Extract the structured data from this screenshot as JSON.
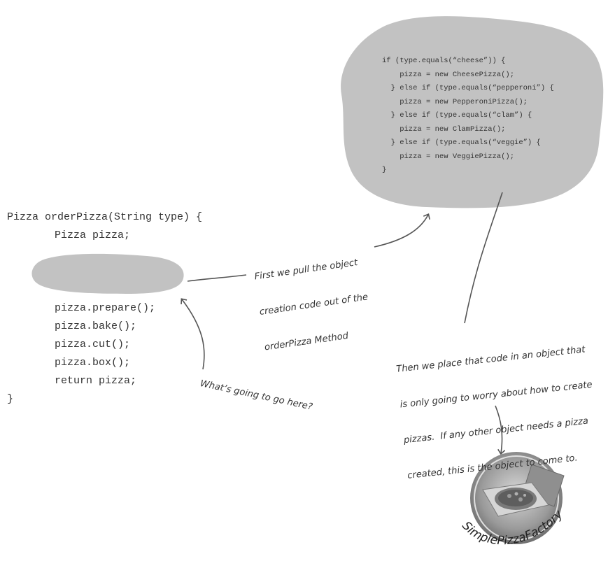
{
  "method_code": {
    "signature": "Pizza orderPizza(String type) {",
    "declaration": "Pizza pizza;",
    "calls": [
      "pizza.prepare();",
      "pizza.bake();",
      "pizza.cut();",
      "pizza.box();",
      "return pizza;"
    ],
    "closing": "}"
  },
  "blob_code": [
    "if (type.equals(“cheese”)) {",
    "    pizza = new CheesePizza();",
    "  } else if (type.equals(“pepperoni”) {",
    "    pizza = new PepperoniPizza();",
    "  } else if (type.equals(“clam”) {",
    "    pizza = new ClamPizza();",
    "  } else if (type.equals(“veggie”) {",
    "    pizza = new VeggiePizza();",
    "}"
  ],
  "annotations": {
    "pull_out": [
      "First we pull the object",
      "creation code out of the",
      "orderPizza Method"
    ],
    "placeholder_question": "What’s going to go here?",
    "place_in_object": [
      "Then we place that code in an object that",
      "is only going to worry about how to create",
      "pizzas.  If any other object needs a pizza",
      "created, this is the object to come to."
    ]
  },
  "factory": {
    "label": "SimplePizzaFactory",
    "icon": "pizza-box-icon"
  },
  "colors": {
    "blob": "#c2c2c2",
    "blob_dark": "#a8a8a8",
    "ink": "#555555",
    "text": "#333333"
  }
}
